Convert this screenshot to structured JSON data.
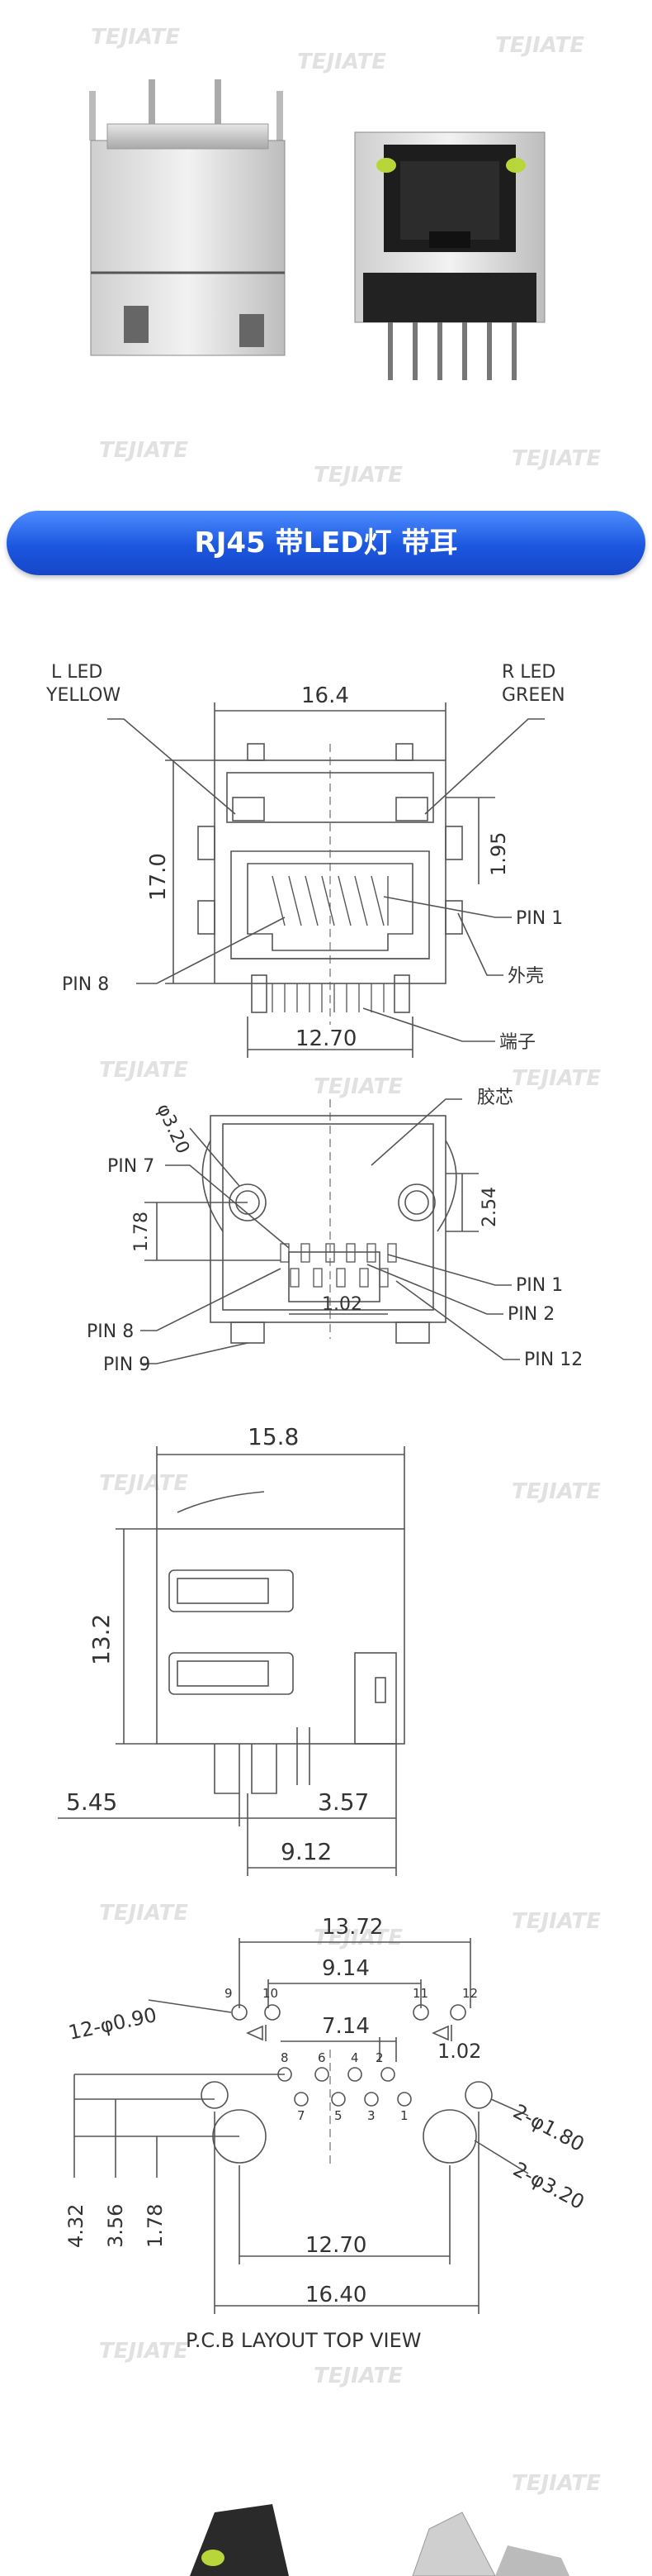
{
  "banner": {
    "title": "RJ45 带LED灯 带耳"
  },
  "watermark": {
    "brand": "TEJIATE"
  },
  "front_view": {
    "left_led": "L  LED",
    "left_led_color": "YELLOW",
    "right_led": "R  LED",
    "right_led_color": "GREEN",
    "width": "16.4",
    "height": "17.0",
    "led_offset": "1.95",
    "pin1": "PIN 1",
    "pin8": "PIN 8",
    "shell": "外壳",
    "terminal": "端子",
    "pin_span": "12.70"
  },
  "bottom_view": {
    "hole_dia": "φ3.20",
    "core": "胶芯",
    "pin7": "PIN 7",
    "dim_178": "1.78",
    "dim_254": "2.54",
    "pitch": "1.02",
    "pin1": "PIN 1",
    "pin2": "PIN 2",
    "pin8": "PIN 8",
    "pin9": "PIN 9",
    "pin12": "PIN 12"
  },
  "side_view": {
    "length": "15.8",
    "height": "13.2",
    "dim_545": "5.45",
    "dim_357": "3.57",
    "dim_912": "9.12"
  },
  "pcb_layout": {
    "dim_1372": "13.72",
    "dim_914": "9.14",
    "dim_714": "7.14",
    "dim_102": "1.02",
    "led_holes": "12-φ0.90",
    "small_holes": "2-φ1.80",
    "big_holes": "2-φ3.20",
    "dim_432": "4.32",
    "dim_356": "3.56",
    "dim_178": "1.78",
    "dim_1270": "12.70",
    "dim_1640": "16.40",
    "pin_labels": [
      "9",
      "10",
      "11",
      "12",
      "8",
      "6",
      "4",
      "2",
      "7",
      "5",
      "3",
      "1"
    ],
    "caption": "P.C.B  LAYOUT  TOP  VIEW"
  }
}
